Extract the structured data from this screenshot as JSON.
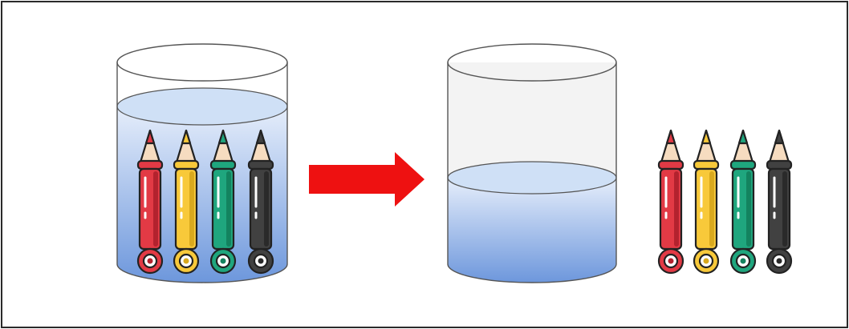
{
  "figure": {
    "colors": {
      "frame": "#2a2a2a",
      "water_light": "#e6eefb",
      "water_dark": "#6d97dc",
      "water_surface": "#cfe0f6",
      "glass_empty": "#f3f3f3",
      "glass_outline": "#555555",
      "arrow": "#ee1111",
      "outline": "#222222",
      "wood": "#f6dcc0"
    },
    "pencils": [
      {
        "name": "red-pencil",
        "body": "#e23a45",
        "shade": "#b3222e",
        "tip": "#e23a45"
      },
      {
        "name": "yellow-pencil",
        "body": "#f8c93a",
        "shade": "#d9a91d",
        "tip": "#f8c93a"
      },
      {
        "name": "green-pencil",
        "body": "#1fa67e",
        "shade": "#13835f",
        "tip": "#1fa67e"
      },
      {
        "name": "black-pencil",
        "body": "#414141",
        "shade": "#2a2a2a",
        "tip": "#414141"
      }
    ]
  }
}
